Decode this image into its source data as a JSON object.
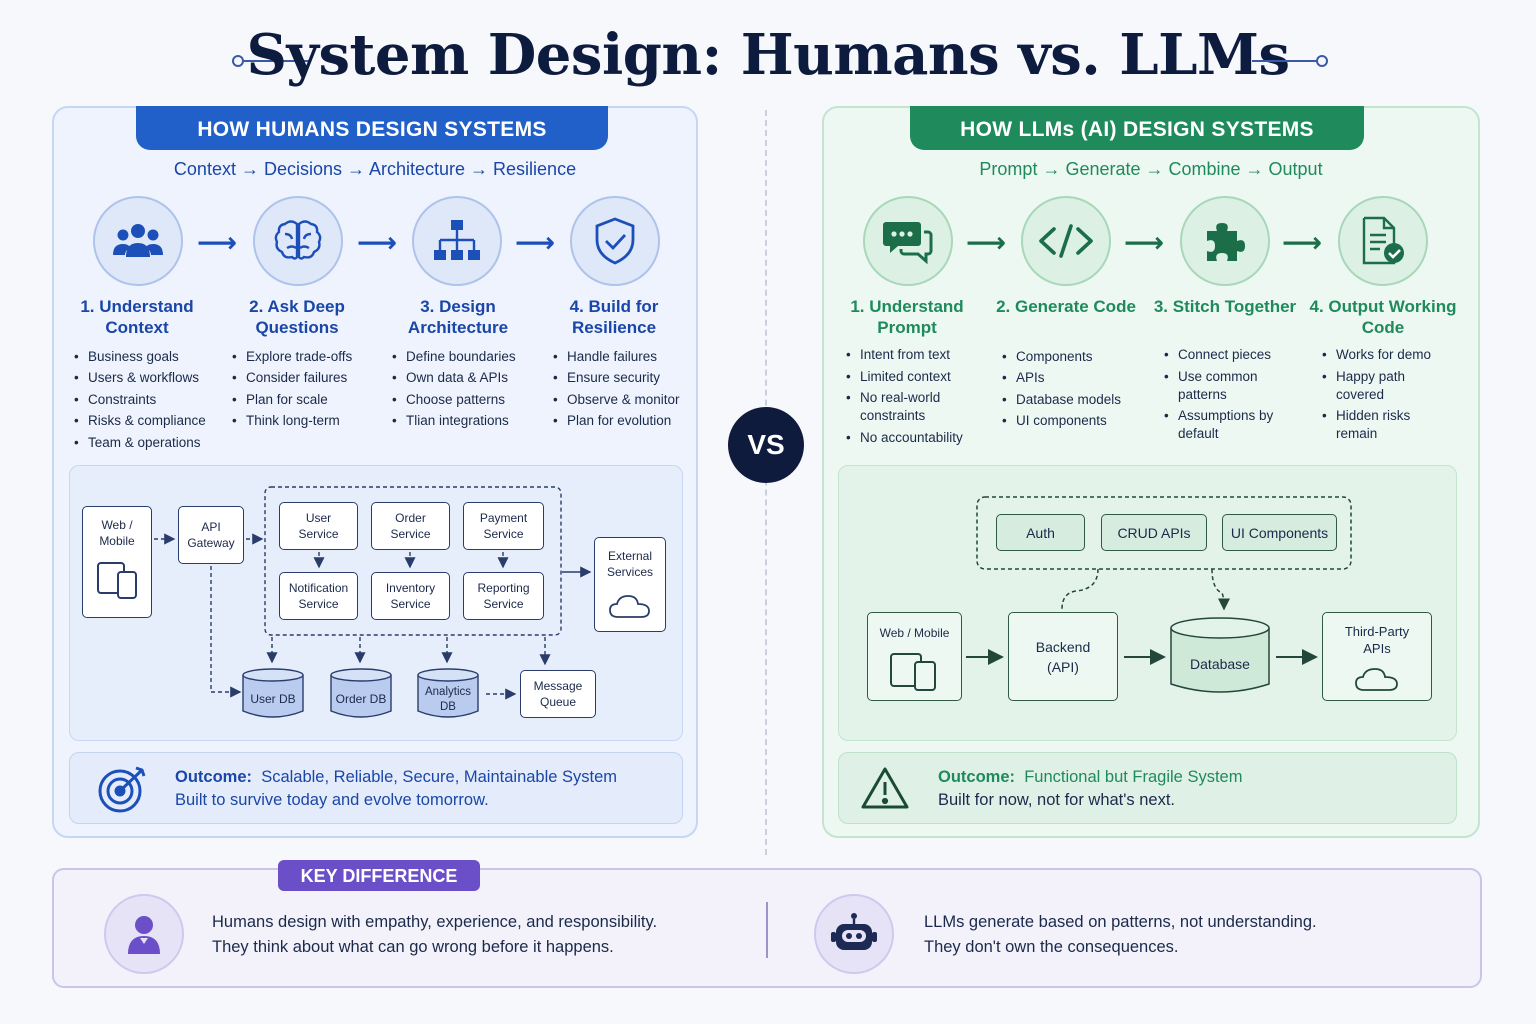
{
  "title": "System Design: Humans vs. LLMs",
  "humans": {
    "banner": "HOW HUMANS DESIGN SYSTEMS",
    "flow": "Context → Decisions → Architecture → Resilience",
    "steps": [
      {
        "title": "1. Understand Context",
        "icon": "people-icon",
        "bullets": [
          "Business goals",
          "Users & workflows",
          "Constraints",
          "Risks & compliance",
          "Team & operations"
        ]
      },
      {
        "title": "2. Ask Deep Questions",
        "icon": "brain-icon",
        "bullets": [
          "Explore trade-offs",
          "Consider failures",
          "Plan for scale",
          "Think long-term"
        ]
      },
      {
        "title": "3. Design Architecture",
        "icon": "hierarchy-icon",
        "bullets": [
          "Define boundaries",
          "Own data & APIs",
          "Choose patterns",
          "Tlian integrations"
        ]
      },
      {
        "title": "4. Build for Resilience",
        "icon": "shield-check-icon",
        "bullets": [
          "Handle failures",
          "Ensure security",
          "Observe & monitor",
          "Plan for evolution"
        ]
      }
    ],
    "arch": {
      "client": "Web / Mobile",
      "gateway": "API Gateway",
      "services": [
        "User Service",
        "Order Service",
        "Payment Service",
        "Notification Service",
        "Inventory Service",
        "Reporting Service"
      ],
      "external": "External Services",
      "dbs": [
        "User DB",
        "Order DB",
        "Analytics DB"
      ],
      "queue": "Message Queue"
    },
    "outcome": {
      "label": "Outcome:",
      "text": "Scalable, Reliable, Secure, Maintainable System",
      "sub": "Built to survive today and evolve tomorrow.",
      "icon": "target-icon"
    }
  },
  "llms": {
    "banner": "HOW LLMs (AI) DESIGN SYSTEMS",
    "flow": "Prompt → Generate → Combine → Output",
    "steps": [
      {
        "title": "1. Understand Prompt",
        "icon": "chat-icon",
        "bullets": [
          "Intent from text",
          "Limited context",
          "No real-world constraints",
          "No accountability"
        ]
      },
      {
        "title": "2. Generate Code",
        "icon": "code-icon",
        "bullets": [
          "Components",
          "APIs",
          "Database models",
          "UI components"
        ]
      },
      {
        "title": "3. Stitch Together",
        "icon": "puzzle-icon",
        "bullets": [
          "Connect pieces",
          "Use common patterns",
          "Assumptions by default"
        ]
      },
      {
        "title": "4. Output Working Code",
        "icon": "document-check-icon",
        "bullets": [
          "Works for demo",
          "Happy path covered",
          "Hidden risks remain"
        ]
      }
    ],
    "arch": {
      "modules": [
        "Auth",
        "CRUD APIs",
        "UI Components"
      ],
      "client": "Web / Mobile",
      "backend": "Backend (API)",
      "database": "Database",
      "third": "Third-Party APIs"
    },
    "outcome": {
      "label": "Outcome:",
      "text": "Functional but Fragile System",
      "sub": "Built for now, not for what's next.",
      "icon": "warning-icon"
    }
  },
  "vs": "VS",
  "key": {
    "tab": "KEY DIFFERENCE",
    "human_line1": "Humans design with empathy, experience, and responsibility.",
    "human_line2": "They think about what can go wrong before it happens.",
    "llm_line1": "LLMs generate based on patterns, not understanding.",
    "llm_line2": "They don't own the consequences."
  },
  "colors": {
    "human_accent": "#2160c8",
    "llm_accent": "#1f8a5b",
    "key_accent": "#6a4fc8",
    "navy": "#0d1b3e"
  }
}
